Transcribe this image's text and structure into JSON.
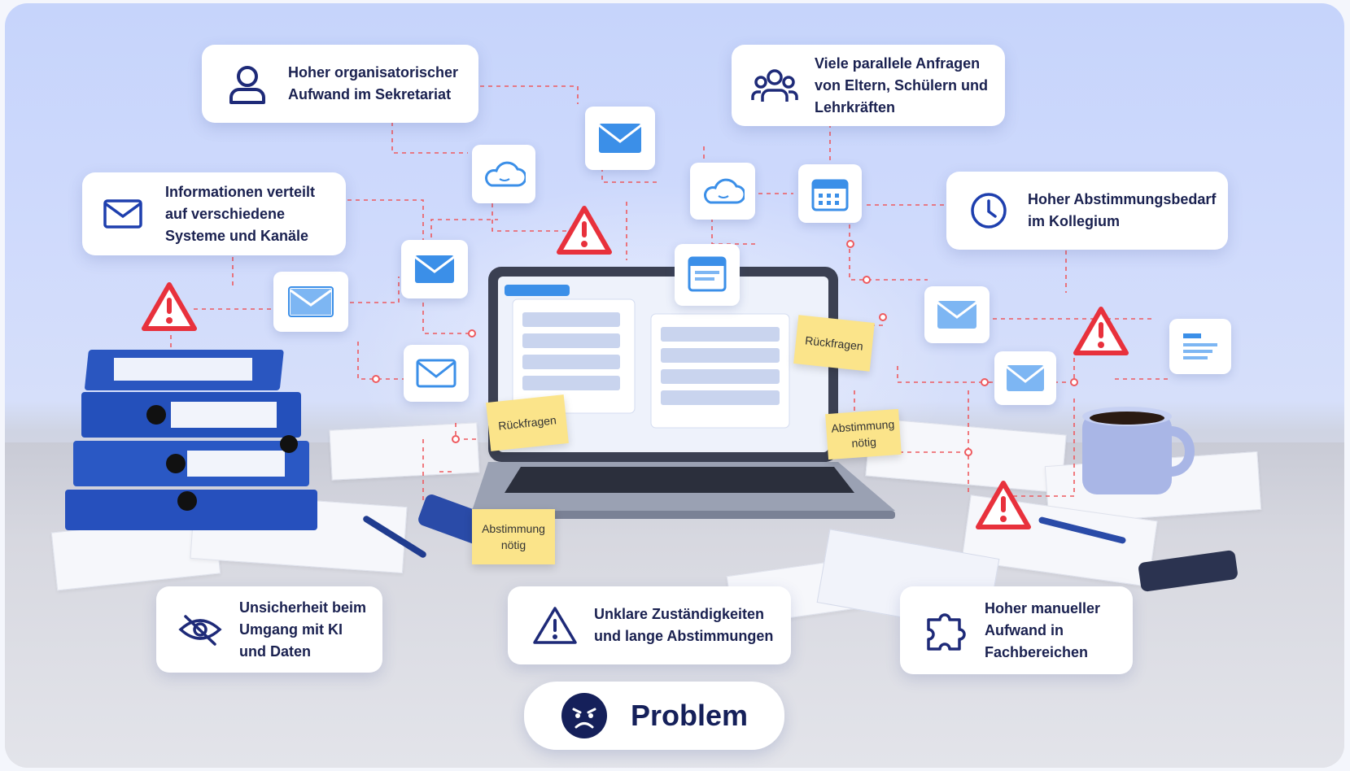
{
  "cards": {
    "secretariat": "Hoher organisatorischer\nAufwand im Sekretariat",
    "requests": "Viele parallele Anfragen\nvon Eltern, Schülern und\nLehrkräften",
    "info": "Informationen verteilt\nauf verschiedene\nSysteme und Kanäle",
    "coordination": "Hoher Abstimmungsbedarf\nim Kollegium",
    "ai": "Unsicherheit beim\nUmgang mit KI\nund Daten",
    "responsibilities": "Unklare Zuständigkeiten\nund lange Abstimmungen",
    "manual": "Hoher manueller\nAufwand in\nFachbereichen"
  },
  "notes": {
    "rueckfragen_1": "Rückfragen",
    "rueckfragen_2": "Rückfragen",
    "abstimmung_1": "Abstimmung\nnötig",
    "abstimmung_2": "Abstimmung\nnötig"
  },
  "problem": {
    "label": "Problem"
  },
  "icons": [
    "person-icon",
    "group-icon",
    "mail-icon",
    "clock-icon",
    "eye-slash-icon",
    "warning-icon",
    "puzzle-icon",
    "sad-face-icon",
    "cloud-icon",
    "calendar-icon"
  ],
  "colors": {
    "accent": "#1e3fae",
    "warning": "#e8313c",
    "mail_blue": "#3b8fe8",
    "note": "#fbe48a"
  }
}
